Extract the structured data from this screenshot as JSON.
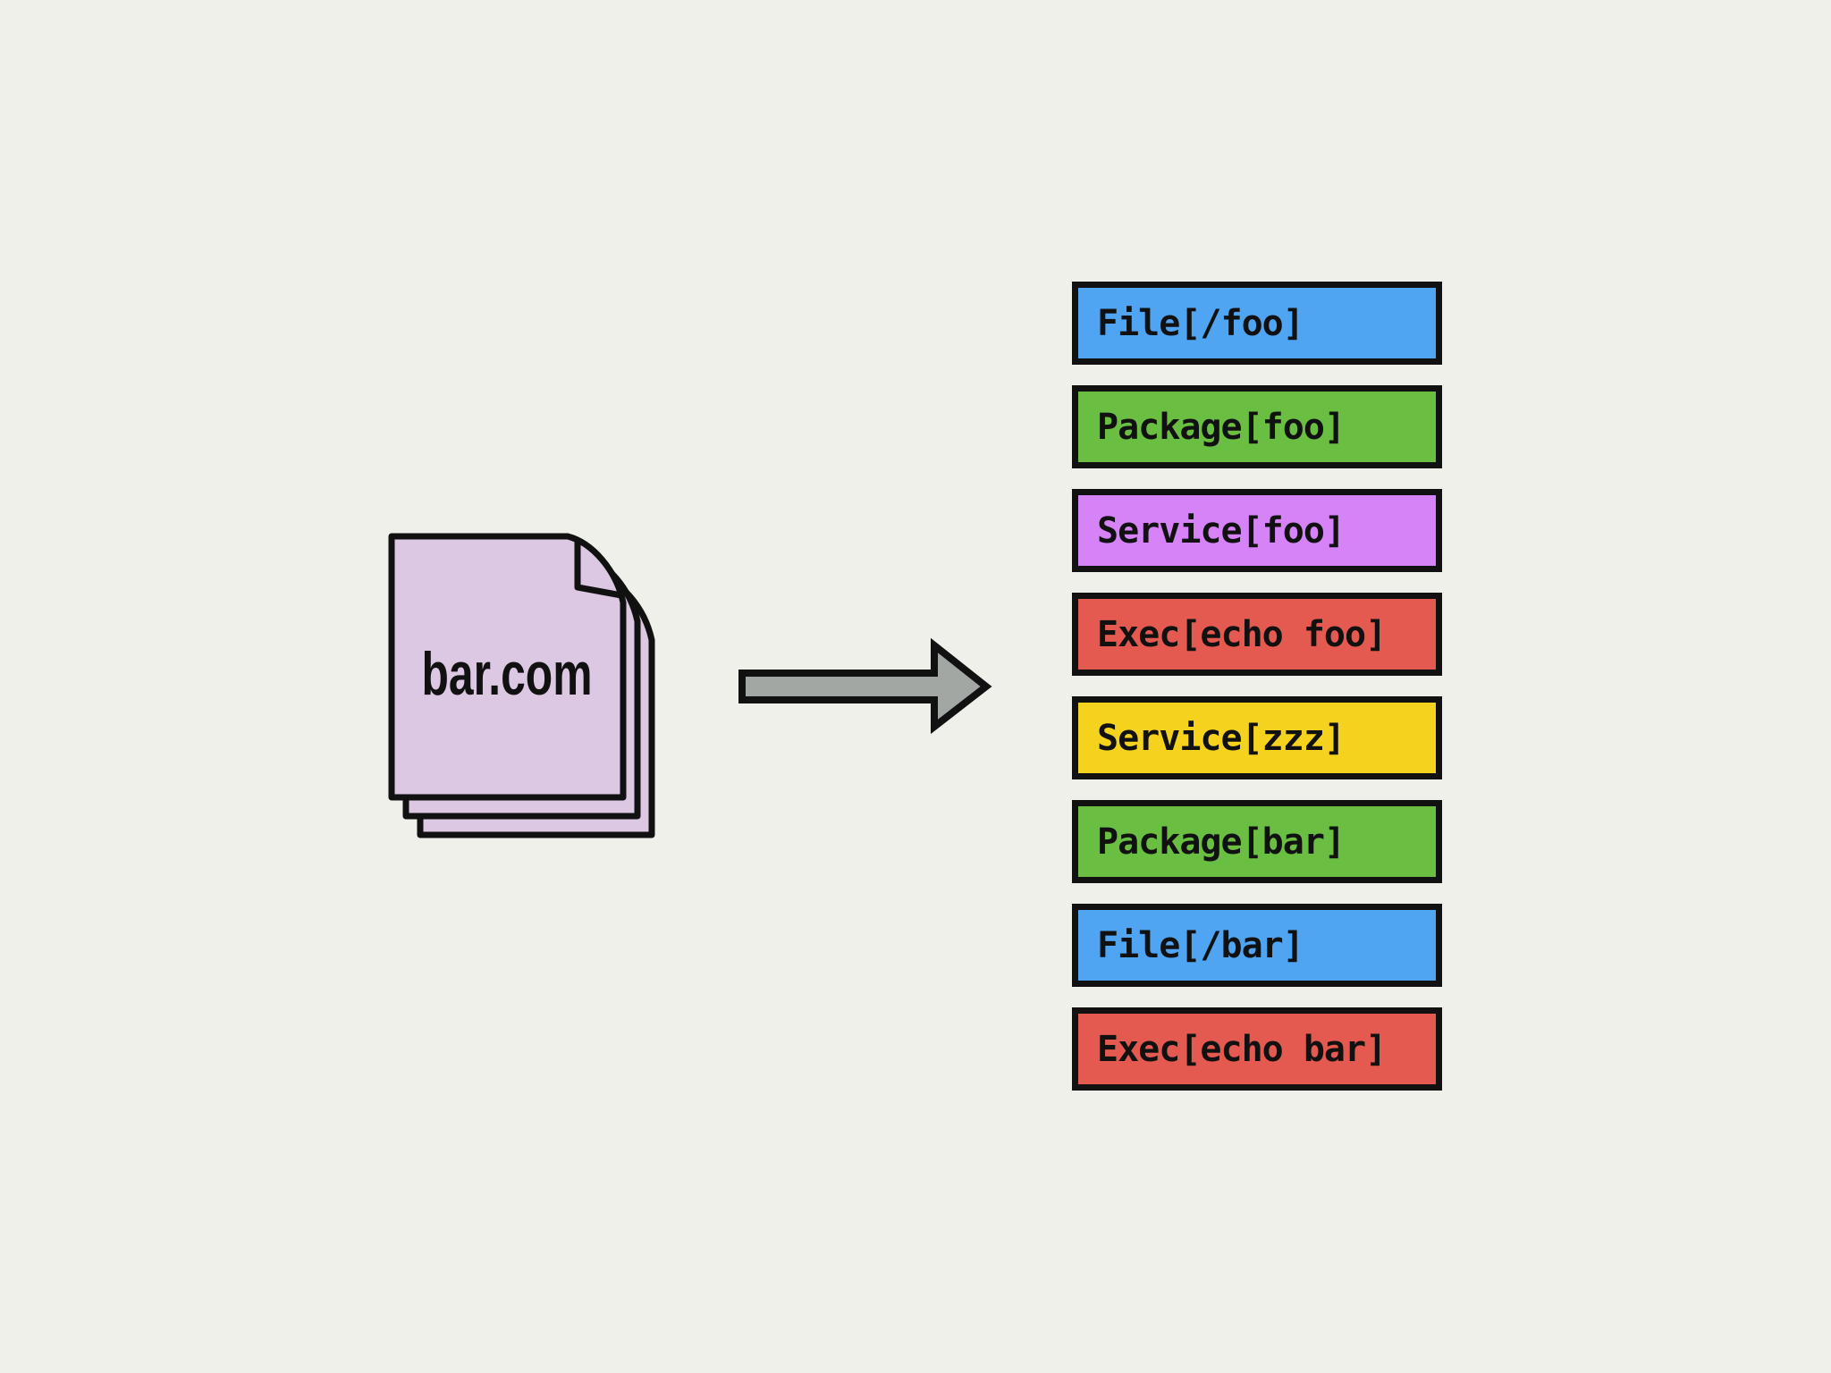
{
  "background_color": "#f0f0ea",
  "document": {
    "label": "bar.com",
    "page_color": "#ddc8e3",
    "border_color": "#111111",
    "page_count": 3
  },
  "arrow": {
    "direction": "right",
    "fill_color": "#a3a7a4",
    "border_color": "#111111"
  },
  "resources": [
    {
      "label": "File[/foo]",
      "color": "#4fa5f2"
    },
    {
      "label": "Package[foo]",
      "color": "#6abf43"
    },
    {
      "label": "Service[foo]",
      "color": "#d583f7"
    },
    {
      "label": "Exec[echo foo]",
      "color": "#e45a50"
    },
    {
      "label": "Service[zzz]",
      "color": "#f5d21e"
    },
    {
      "label": "Package[bar]",
      "color": "#6abf43"
    },
    {
      "label": "File[/bar]",
      "color": "#4fa5f2"
    },
    {
      "label": "Exec[echo bar]",
      "color": "#e45a50"
    }
  ]
}
